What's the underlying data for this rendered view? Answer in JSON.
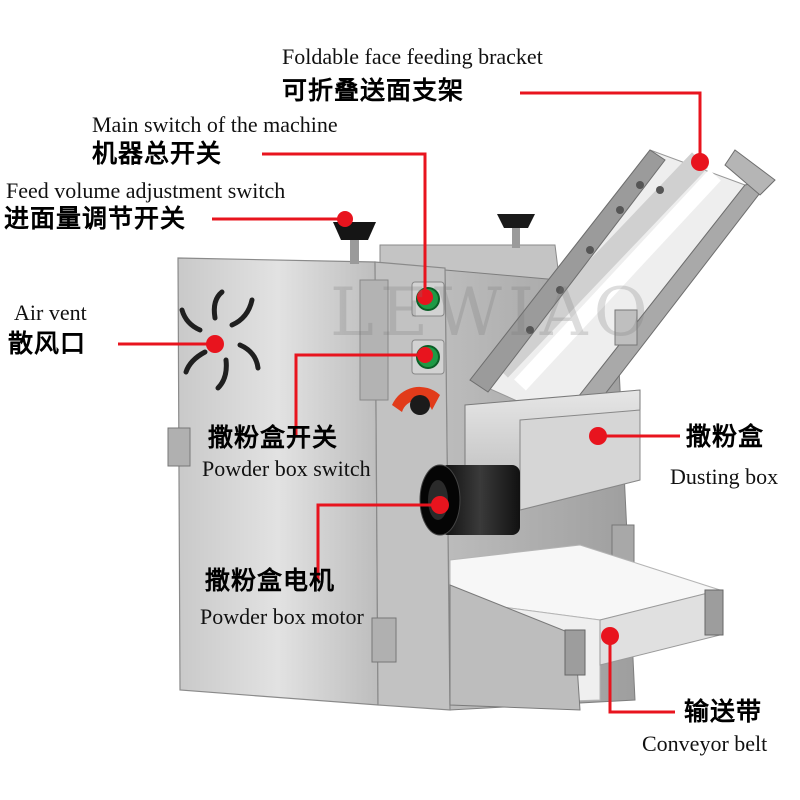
{
  "watermark": "LEWIAO",
  "labels": {
    "bracket": {
      "en": "Foldable face feeding bracket",
      "zh": "可折叠送面支架"
    },
    "main_switch": {
      "en": "Main switch of the machine",
      "zh": "机器总开关"
    },
    "feed_switch": {
      "en": "Feed volume adjustment switch",
      "zh": "进面量调节开关"
    },
    "air_vent": {
      "en": "Air vent",
      "zh": "散风口"
    },
    "powder_switch": {
      "en": "Powder box switch",
      "zh": "撒粉盒开关"
    },
    "dusting_box": {
      "en": "Dusting box",
      "zh": "撒粉盒"
    },
    "powder_motor": {
      "en": "Powder box motor",
      "zh": "撒粉盒电机"
    },
    "conveyor": {
      "en": "Conveyor belt",
      "zh": "输送带"
    }
  },
  "colors": {
    "callout": "#e8141e",
    "body": "#d6d6d6",
    "dark": "#1a1a1a",
    "belt": "#f4f4f4"
  }
}
